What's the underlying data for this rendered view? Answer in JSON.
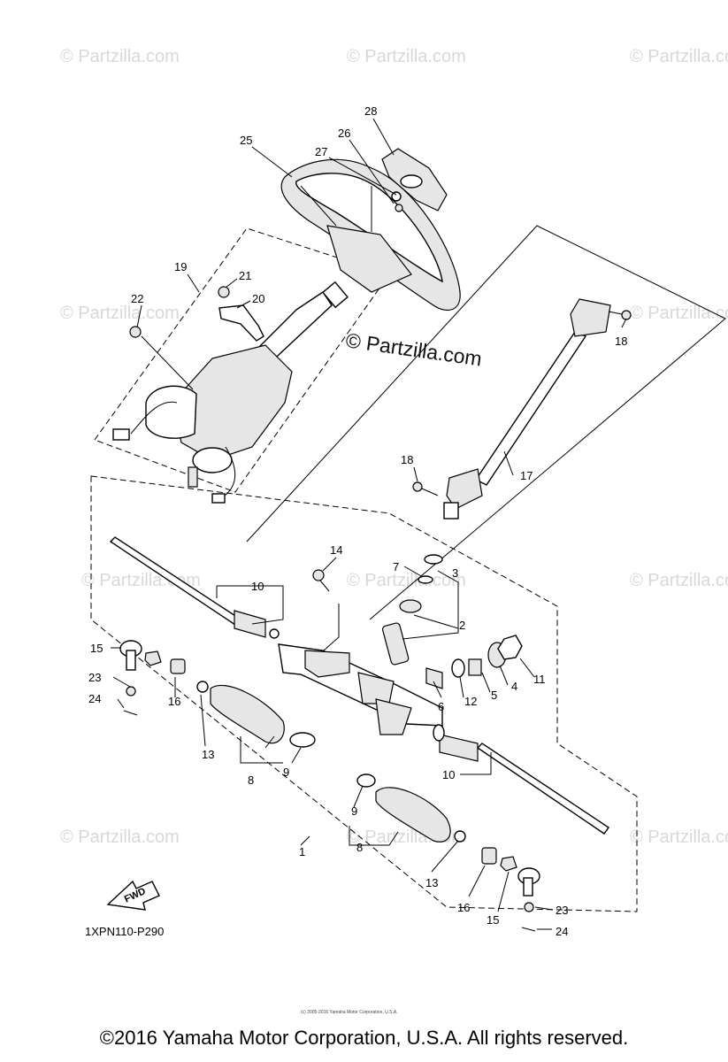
{
  "watermarks": {
    "repeat_text": "© Partzilla.com",
    "center_text": "© Partzilla.com"
  },
  "diagram_code": "1XPN110-P290",
  "fwd_label": "FWD",
  "small_copyright": "(c) 2005-2016 Yamaha Motor Corporation, U.S.A.",
  "footer": "©2016 Yamaha Motor Corporation, U.S.A. All rights reserved.",
  "callouts": {
    "c28": "28",
    "c26": "26",
    "c27": "27",
    "c25": "25",
    "c19": "19",
    "c21": "21",
    "c20": "20",
    "c22": "22",
    "c18a": "18",
    "c18b": "18",
    "c17": "17",
    "c14": "14",
    "c7": "7",
    "c3": "3",
    "c2": "2",
    "c10a": "10",
    "c10b": "10",
    "c15a": "15",
    "c15b": "15",
    "c23a": "23",
    "c23b": "23",
    "c24a": "24",
    "c24b": "24",
    "c16a": "16",
    "c16b": "16",
    "c13a": "13",
    "c13b": "13",
    "c8a": "8",
    "c8b": "8",
    "c9a": "9",
    "c9b": "9",
    "c6": "6",
    "c12": "12",
    "c5": "5",
    "c4": "4",
    "c11": "11",
    "c1": "1"
  }
}
